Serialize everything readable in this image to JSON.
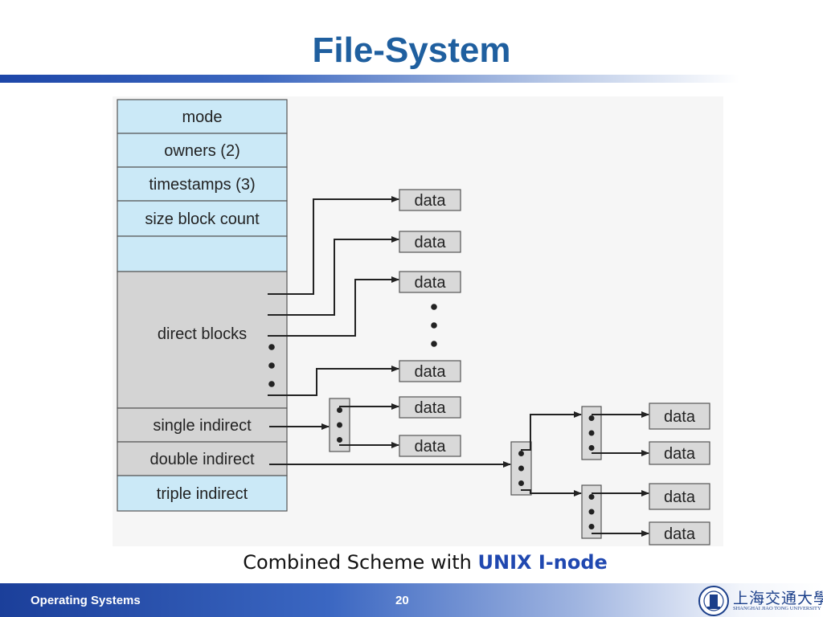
{
  "title": "File-System",
  "inode_fields": [
    {
      "label": "mode",
      "kind": "attr"
    },
    {
      "label": "owners (2)",
      "kind": "attr"
    },
    {
      "label": "timestamps (3)",
      "kind": "attr"
    },
    {
      "label": "size block count",
      "kind": "attr"
    },
    {
      "label": "",
      "kind": "attr"
    },
    {
      "label": "direct blocks",
      "kind": "pointer"
    },
    {
      "label": "single indirect",
      "kind": "pointer"
    },
    {
      "label": "double indirect",
      "kind": "pointer"
    },
    {
      "label": "triple indirect",
      "kind": "attr"
    }
  ],
  "data_block_label": "data",
  "caption": {
    "prefix": "Combined Scheme with",
    "highlight": "UNIX I-node"
  },
  "footer": {
    "course": "Operating Systems",
    "page": "20"
  },
  "logo": {
    "chinese": "上海交通大學",
    "english": "SHANGHAI JIAO TONG UNIVERSITY"
  },
  "colors": {
    "attr_fill": "#cbe9f7",
    "pointer_fill": "#d4d4d4",
    "title": "#1f5f9f",
    "accent": "#2048b0"
  }
}
